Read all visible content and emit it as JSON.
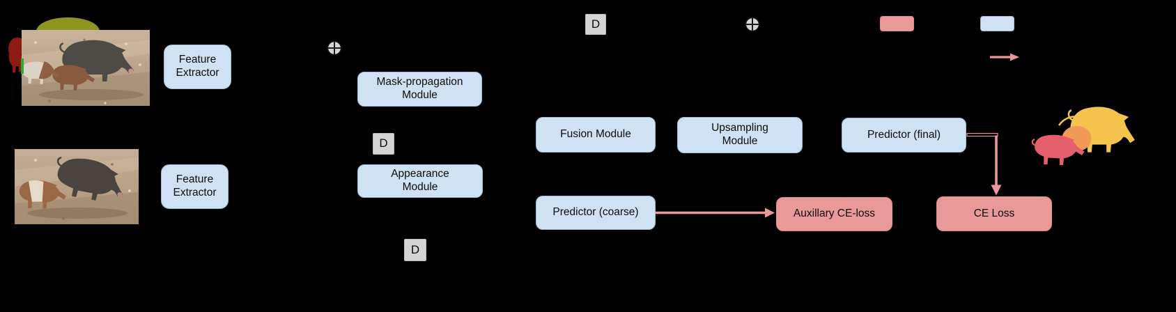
{
  "figure": {
    "type": "model-architecture-diagram",
    "background_color": "#000000",
    "nodes": {
      "feature_extractor_top": "Feature Extractor",
      "feature_extractor_bottom": "Feature Extractor",
      "mask_propagation": "Mask-propagation Module",
      "appearance": "Appearance Module",
      "fusion": "Fusion Module",
      "upsampling": "Upsampling Module",
      "predictor_coarse": "Predictor (coarse)",
      "predictor_final": "Predictor (final)",
      "aux_ce_loss": "Auxillary CE-loss",
      "ce_loss": "CE Loss"
    },
    "operators": {
      "detach_label": "D",
      "concat_icon": "circled-plus"
    },
    "legend": {
      "loss_swatch_color": "#ea9999",
      "module_swatch_color": "#cfe2f3",
      "arrow_color": "#e9989e"
    },
    "colors": {
      "module_fill": "#cfe2f3",
      "module_border": "#a0bcd4",
      "loss_fill": "#ea9999",
      "operator_gray": "#d4d4d4",
      "arrow_pink": "#e9989e",
      "mask_olive": "#8c961f",
      "mask_dark_red": "#8e1b13",
      "mask_green": "#33a532",
      "output_mask_yellow": "#f4c44f",
      "output_mask_red": "#e55f6b",
      "output_mask_orange": "#f09a56"
    }
  }
}
